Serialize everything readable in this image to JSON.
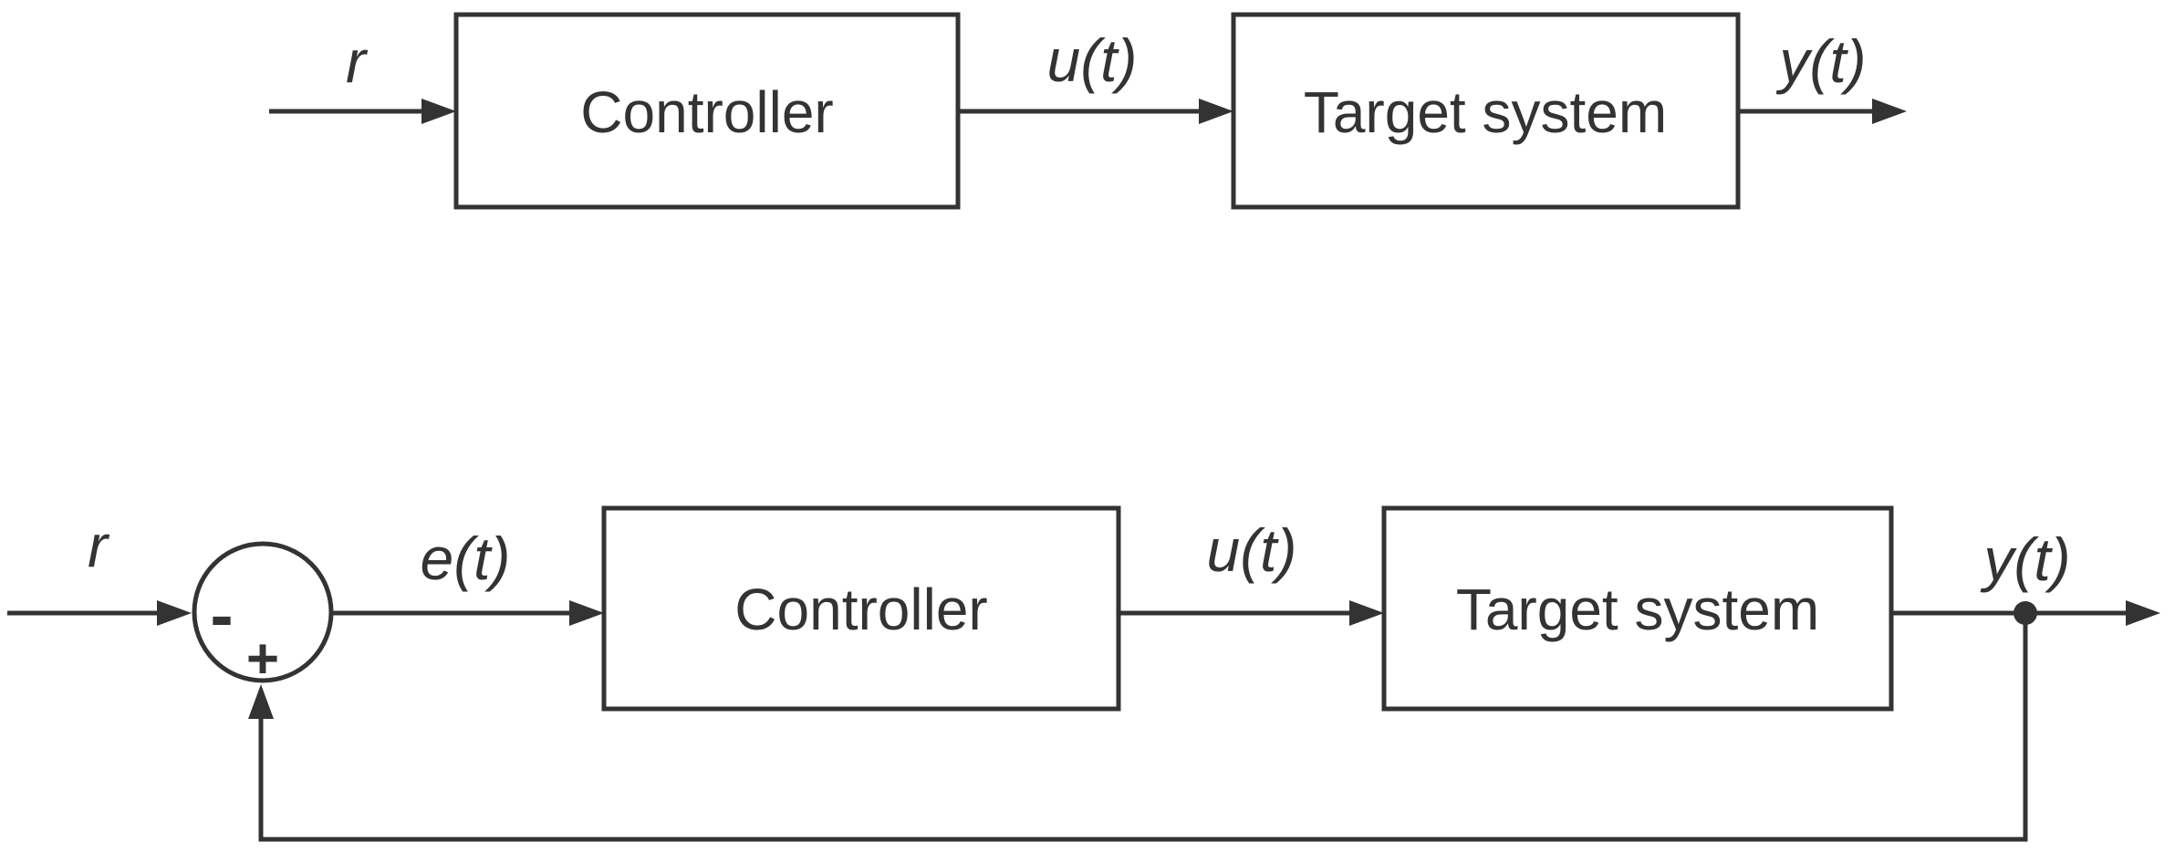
{
  "diagram": {
    "colors": {
      "background": "#ffffff",
      "stroke": "#333333",
      "text": "#333333"
    },
    "open_loop": {
      "input_label": "r",
      "controller_label": "Controller",
      "control_signal_label": "u(t)",
      "plant_label": "Target system",
      "output_label": "y(t)"
    },
    "closed_loop": {
      "input_label": "r",
      "error_signal_label": "e(t)",
      "controller_label": "Controller",
      "control_signal_label": "u(t)",
      "plant_label": "Target system",
      "output_label": "y(t)",
      "summing_junction": {
        "upper_sign": "-",
        "lower_sign": "+"
      }
    }
  }
}
